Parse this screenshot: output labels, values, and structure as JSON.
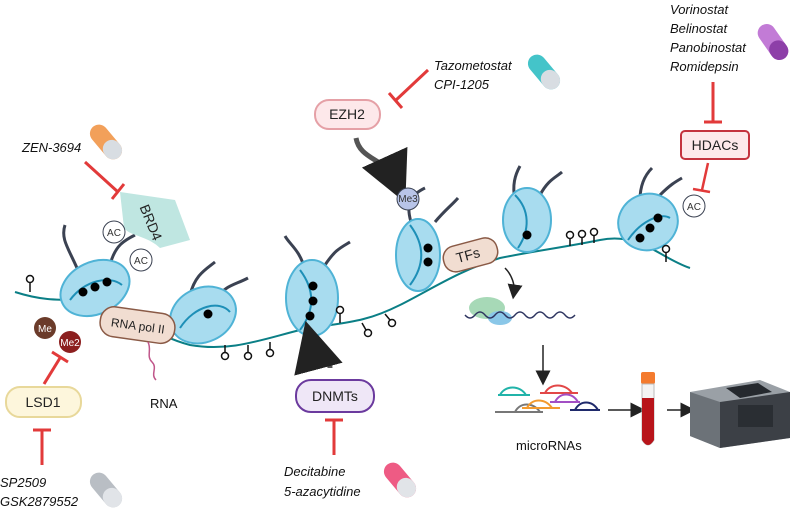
{
  "colors": {
    "histone": "#a8dcef",
    "histone_dark": "#4fb3d6",
    "dna": "#0b7f86",
    "inhibitor": "#e23a3a",
    "tail": "#3b4252"
  },
  "drugs": {
    "hdac": [
      "Vorinostat",
      "Belinostat",
      "Panobinostat",
      "Romidepsin"
    ],
    "ezh2": [
      "Tazometostat",
      "CPI-1205"
    ],
    "brd4": [
      "ZEN-3694"
    ],
    "lsd1": [
      "SP2509",
      "GSK2879552"
    ],
    "dnmt": [
      "Decitabine",
      "5-azacytidine"
    ]
  },
  "boxes": {
    "ezh2": "EZH2",
    "hdacs": "HDACs",
    "brd4": "BRD4",
    "lsd1": "LSD1",
    "dnmts": "DNMTs",
    "rna_pol": "RNA pol II",
    "tfs": "TFs"
  },
  "marks": {
    "ac": "AC",
    "me": "Me",
    "me2": "Me2",
    "me3": "Me3"
  },
  "labels": {
    "rna": "RNA",
    "micrornas": "microRNAs"
  },
  "icons": [
    "pill-capsule-icon",
    "blood-tube-icon",
    "sequencer-machine-icon"
  ]
}
